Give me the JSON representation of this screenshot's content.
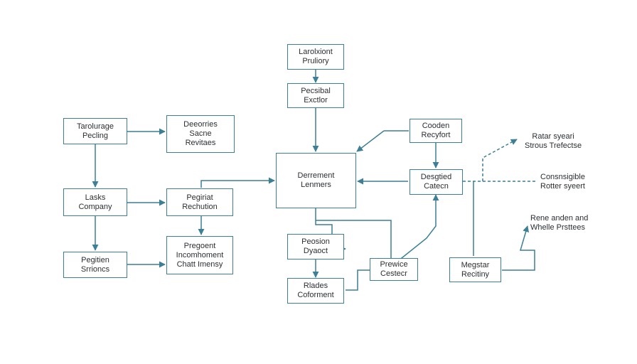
{
  "diagram": {
    "colors": {
      "line": "#3d7f95",
      "text": "#2b2f33",
      "background": "#ffffff"
    },
    "nodes": {
      "n1": [
        "Larolxiont",
        "Pruliory"
      ],
      "n2": [
        "Pecsibal",
        "Exctlor"
      ],
      "n3": [
        "Tarolurage",
        "Pecling"
      ],
      "n4": [
        "Deeorries",
        "Sacne",
        "Revitaes"
      ],
      "n5": [
        "Derrement",
        "Lenmers"
      ],
      "n6": [
        "Cooden",
        "Recyfort"
      ],
      "n7": [
        "Lasks",
        "Company"
      ],
      "n8": [
        "Pegiriat",
        "Rechution"
      ],
      "n9": [
        "Desgtied",
        "Catecn"
      ],
      "n10": [
        "Pegitien",
        "Srrioncs"
      ],
      "n11": [
        "Pregoent",
        "Incomhoment",
        "Chatt Imensy"
      ],
      "n12": [
        "Peosion",
        "Dyaoct"
      ],
      "n13": [
        "Prewice",
        "Cestecr"
      ],
      "n14": [
        "Megstar",
        "Recitiny"
      ],
      "n15": [
        "Rlades",
        "Coforment"
      ]
    },
    "annotations": {
      "a1": [
        "Ratar syeari",
        "Strous Trefectse"
      ],
      "a2": [
        "Consnsigible",
        "Rotter syeert"
      ],
      "a3": [
        "Rene anden and",
        "Whelle Prsttees"
      ]
    }
  }
}
